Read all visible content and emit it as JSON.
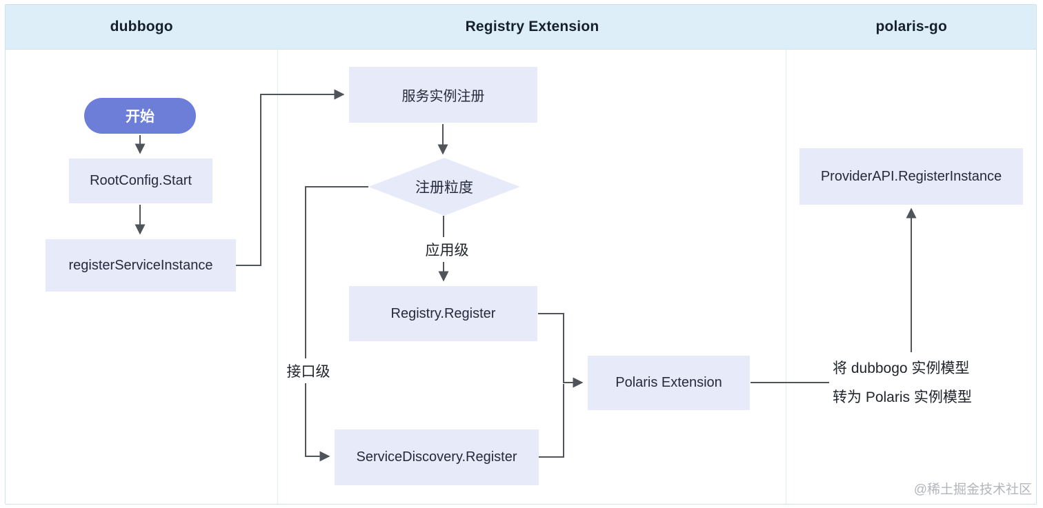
{
  "lanes": [
    {
      "label": "dubbogo"
    },
    {
      "label": "Registry Extension"
    },
    {
      "label": "polaris-go"
    }
  ],
  "nodes": {
    "start": "开始",
    "root_config_start": "RootConfig.Start",
    "register_service_instance": "registerServiceInstance",
    "service_instance_register": "服务实例注册",
    "register_granularity": "注册粒度",
    "registry_register": "Registry.Register",
    "service_discovery_register": "ServiceDiscovery.Register",
    "polaris_extension": "Polaris Extension",
    "provider_api_register_instance": "ProviderAPI.RegisterInstance"
  },
  "edge_labels": {
    "application_level": "应用级",
    "interface_level": "接口级"
  },
  "annotations": {
    "convert_line1": "将 dubbogo 实例模型",
    "convert_line2": "转为 Polaris 实例模型"
  },
  "watermark": "@稀土掘金技术社区",
  "colors": {
    "header_bg": "#ddeef8",
    "node_fill": "#e7ebf9",
    "start_fill": "#6d7ed8",
    "line": "#4f535a",
    "frame_border": "#cfe2ec"
  }
}
